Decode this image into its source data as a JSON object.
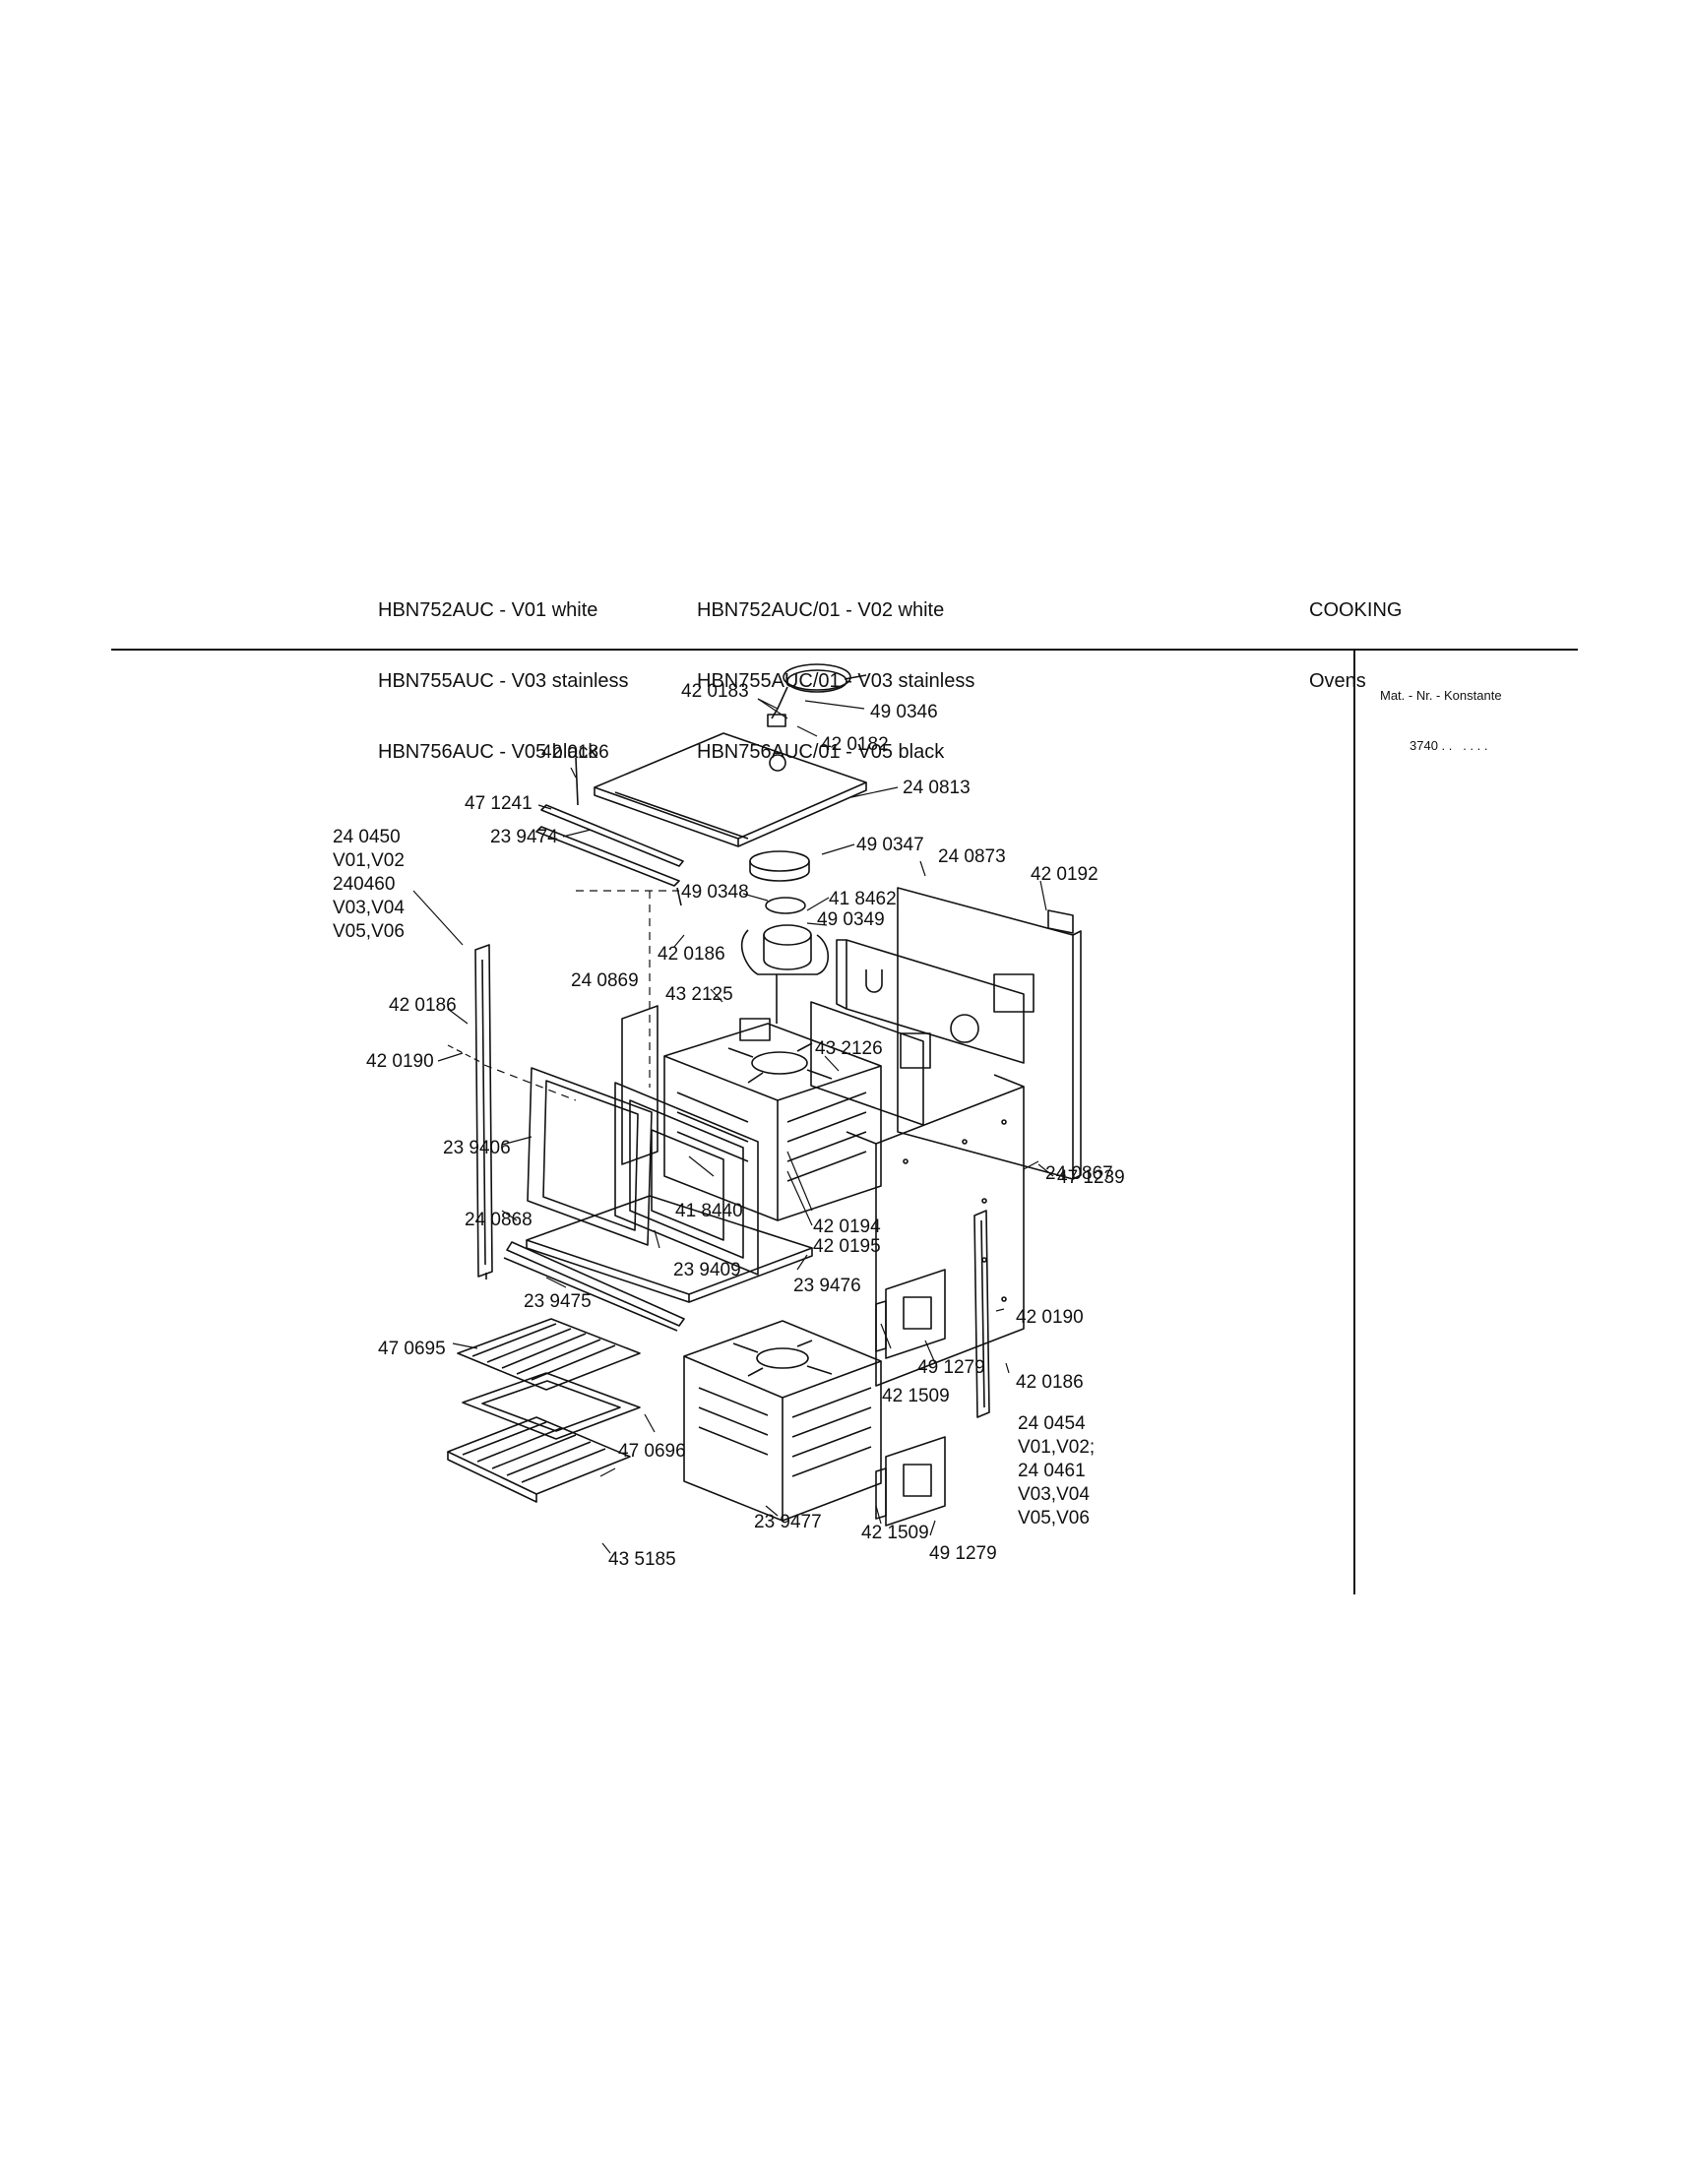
{
  "header": {
    "models_col1": [
      "HBN752AUC - V01 white",
      "HBN755AUC - V03 stainless",
      "HBN756AUC - V05 black"
    ],
    "models_col2": [
      "HBN752AUC/01 - V02 white",
      "HBN755AUC/01 - V03 stainless",
      "HBN756AUC/01 - V05 black"
    ],
    "category": "COOKING",
    "subcategory": "Ovens"
  },
  "sidebar": {
    "mat_label": "Mat. - Nr. - Konstante",
    "mat_value": "3740 . .   . . . ."
  },
  "parts": {
    "p420183": "42 0183",
    "p490346": "49 0346",
    "p420182": "42 0182",
    "p420186_a": "42 0186",
    "p240813": "24 0813",
    "p471241": "47 1241",
    "p240450": "24 0450",
    "v01v02_a": "V01,V02",
    "p240460": "240460",
    "v03v04_a": "V03,V04",
    "v05v06_a": "V05,V06",
    "p239474": "23 9474",
    "p490347": "49 0347",
    "p240873": "24 0873",
    "p420192": "42 0192",
    "p490348": "49 0348",
    "p418462": "41 8462",
    "p490349": "49 0349",
    "p420186_b": "42 0186",
    "p240869": "24 0869",
    "p432125": "43 2125",
    "p420186_c": "42 0186",
    "p420190_a": "42 0190",
    "p432126": "43 2126",
    "p471239": "47 1239",
    "p239406": "23 9406",
    "p240867": "24 0867",
    "p418440": "41 8440",
    "p420194": "42 0194",
    "p240868": "24 0868",
    "p420195": "42 0195",
    "p239409": "23 9409",
    "p239476": "23 9476",
    "p239475": "23 9475",
    "p420190_b": "42 0190",
    "p470695": "47 0695",
    "p491279_a": "49 1279",
    "p420186_d": "42 0186",
    "p421509_a": "42 1509",
    "p240454": "24 0454",
    "v01v02_b": "V01,V02;",
    "p470696": "47 0696",
    "p240461": "24 0461",
    "v03v04_b": "V03,V04",
    "v05v06_b": "V05,V06",
    "p239477": "23 9477",
    "p421509_b": "42 1509",
    "p435185": "43 5185",
    "p491279_b": "49 1279"
  }
}
